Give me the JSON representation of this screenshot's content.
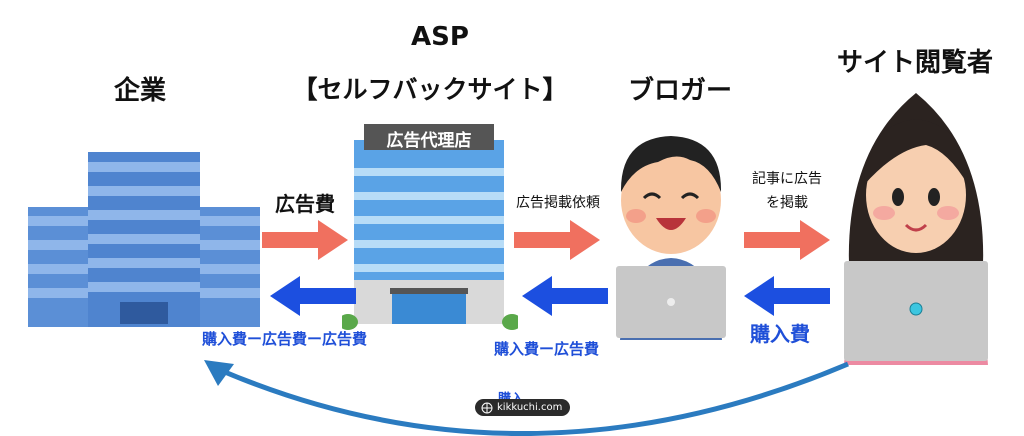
{
  "headings": {
    "company": "企業",
    "asp_line1": "ASP",
    "asp_line2": "【セルフバックサイト】",
    "blogger": "ブロガー",
    "viewer": "サイト閲覧者"
  },
  "building_sign": "広告代理店",
  "flows": {
    "company_to_asp": "広告費",
    "asp_to_blogger": "広告掲載依頼",
    "blogger_to_viewer_line1": "記事に広告",
    "blogger_to_viewer_line2": "を掲載",
    "asp_to_company": "購入費ー広告費ー広告費",
    "blogger_to_asp": "購入費ー広告費",
    "viewer_to_blogger": "購入費",
    "partial_bottom": "購入"
  },
  "watermark": "kikkuchi.com",
  "colors": {
    "forward_arrow": "#f0705f",
    "return_arrow": "#1c4fe0",
    "curve_arrow": "#2b7bc0"
  }
}
